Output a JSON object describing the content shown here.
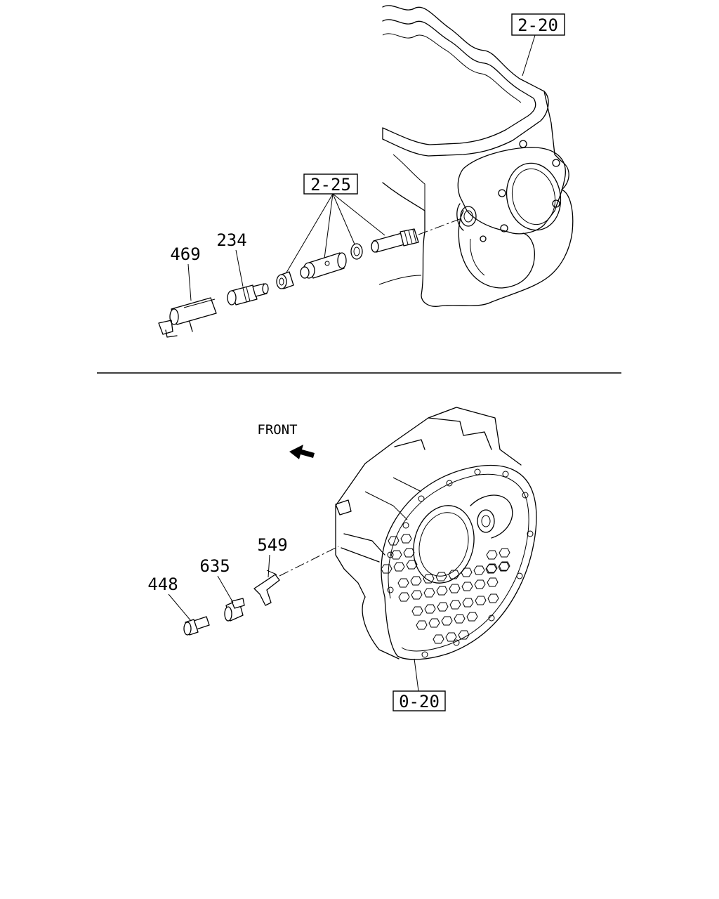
{
  "refs": {
    "transmission": "2-20",
    "speedo_driven_gear": "2-25",
    "flywheel_housing": "0-20"
  },
  "parts": {
    "p469": "469",
    "p234": "234",
    "p635": "635",
    "p549": "549",
    "p448": "448"
  },
  "direction_label": "FRONT"
}
